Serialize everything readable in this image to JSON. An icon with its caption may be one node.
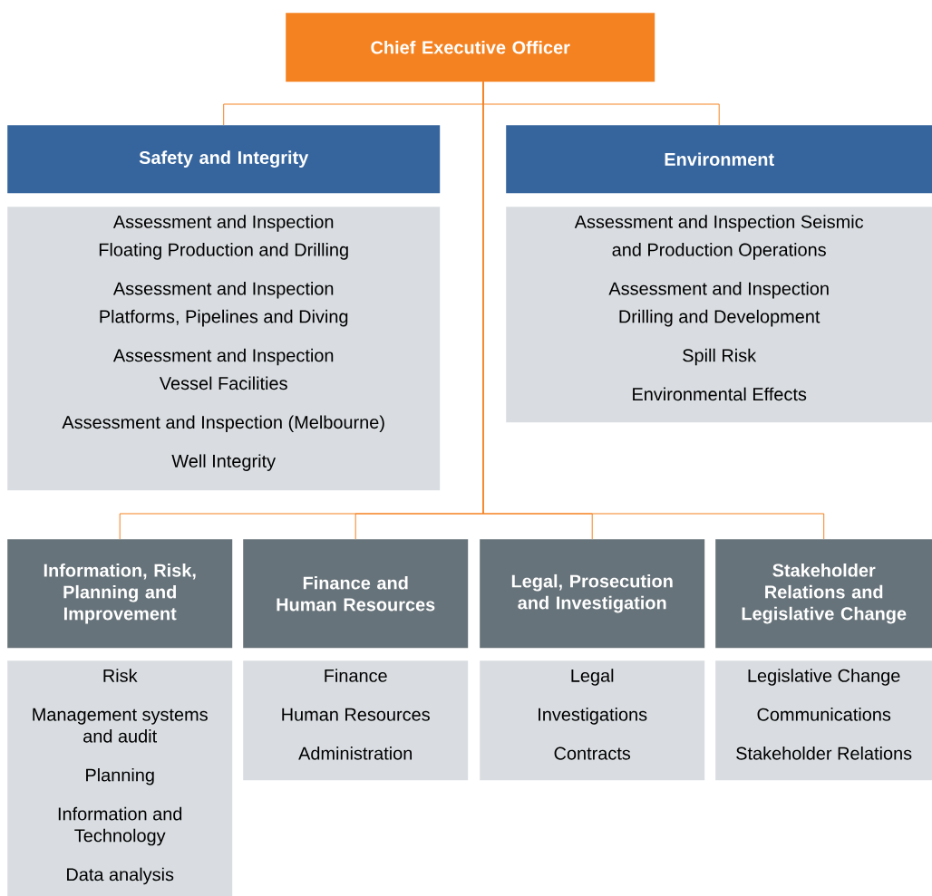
{
  "diagram": {
    "nodes": [
      {
        "text": [
          "Chief Executive Officer"
        ]
      },
      {
        "text": [
          "Safety and Integrity"
        ]
      },
      {
        "text": [
          "Assessment and Inspection Floating Production and Drilling",
          "Assessment and Inspection Platforms, Pipelines and Diving",
          "Assessment and Inspection Vessel Facilities",
          "Assessment and Inspection (Melbourne)",
          "Well Integrity"
        ]
      },
      {
        "text": [
          "Environment"
        ]
      },
      {
        "text": [
          "Assessment and Inspection Seismic and Production Operations",
          "Assessment and Inspection Drilling and Development",
          "Spill Risk",
          "Environmental Effects"
        ]
      },
      {
        "text": [
          "Information, Risk, Planning and Improvement"
        ]
      },
      {
        "text": [
          "Risk",
          "Management systems and audit",
          "Planning",
          "Information and Technology",
          "Data analysis"
        ]
      },
      {
        "text": [
          "Finance and Human Resources"
        ]
      },
      {
        "text": [
          "Finance",
          "Human Resources",
          "Administration"
        ]
      },
      {
        "text": [
          "Legal, Prosecution and Investigation"
        ]
      },
      {
        "text": [
          "Legal",
          "Investigations",
          "Contracts"
        ]
      },
      {
        "text": [
          "Stakeholder Relations and Legislative Change"
        ]
      },
      {
        "text": [
          "Legislative Change",
          "Communications",
          "Stakeholder Relations"
        ]
      }
    ],
    "edges": [
      {
        "from": 0,
        "to": 1,
        "arrow": "none"
      },
      {
        "from": 0,
        "to": 3,
        "arrow": "none"
      },
      {
        "from": 0,
        "to": 5,
        "arrow": "none"
      },
      {
        "from": 0,
        "to": 7,
        "arrow": "none"
      },
      {
        "from": 0,
        "to": 9,
        "arrow": "none"
      },
      {
        "from": 0,
        "to": 11,
        "arrow": "none"
      }
    ]
  }
}
